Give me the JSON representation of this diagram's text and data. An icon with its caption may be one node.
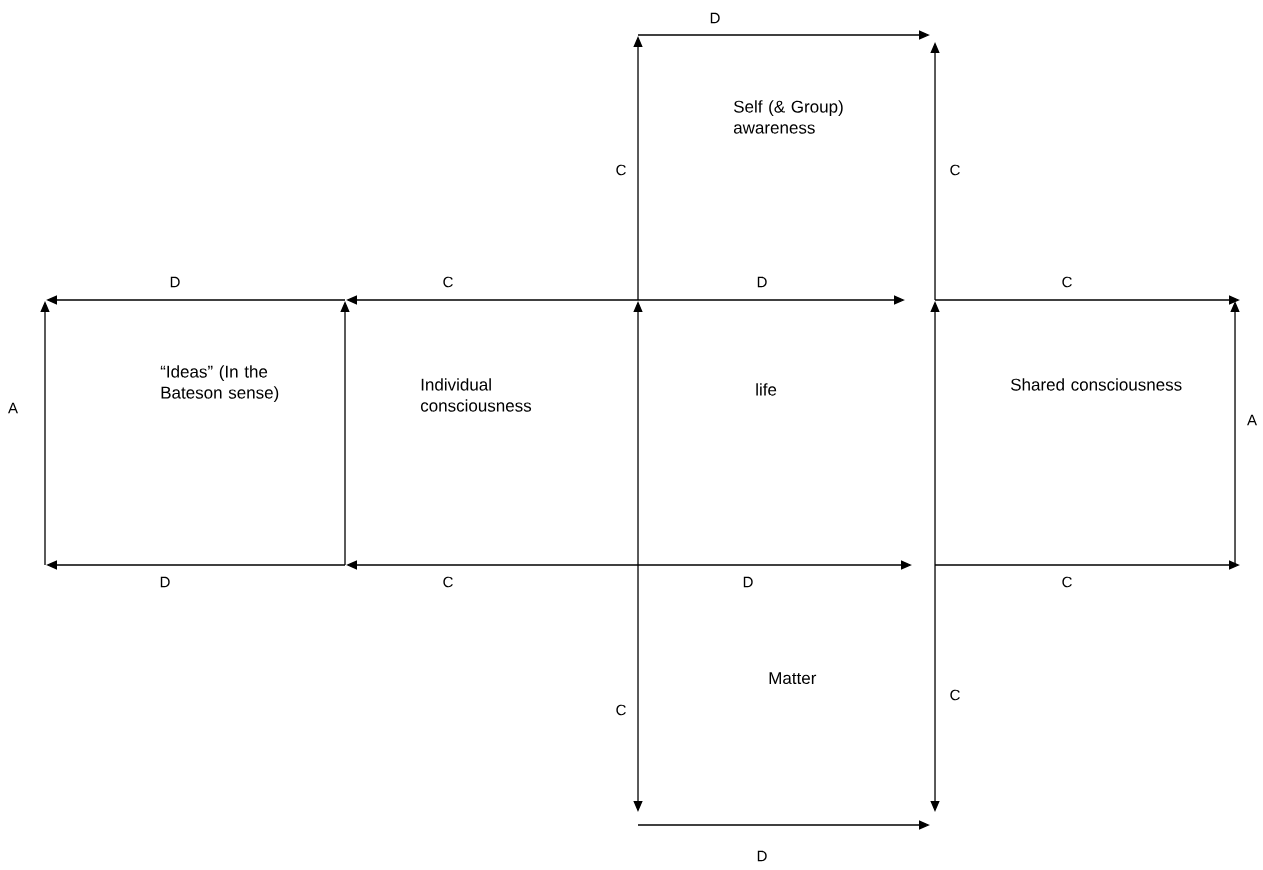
{
  "diagram": {
    "nodes": [
      {
        "text": [
          "Self (& Group) awareness"
        ]
      },
      {
        "text": [
          "“Ideas” (In the Bateson sense)"
        ]
      },
      {
        "text": [
          "Individual consciousness"
        ]
      },
      {
        "text": [
          "life"
        ]
      },
      {
        "text": [
          "Shared consciousness"
        ]
      },
      {
        "text": [
          "Matter"
        ]
      }
    ],
    "labels": [
      "D",
      "C",
      "C",
      "D",
      "C",
      "D",
      "C",
      "A",
      "A",
      "D",
      "C",
      "D",
      "C",
      "C",
      "C",
      "D"
    ]
  }
}
